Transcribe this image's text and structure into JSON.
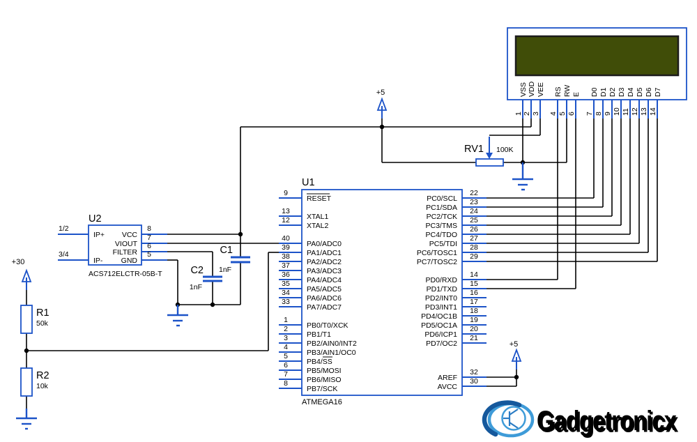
{
  "power": {
    "top5": "+5",
    "right5": "+5",
    "left30": "+30"
  },
  "lcd": {
    "pins": [
      {
        "num": "1",
        "name": "VSS"
      },
      {
        "num": "2",
        "name": "VDD"
      },
      {
        "num": "3",
        "name": "VEE"
      },
      {
        "num": "4",
        "name": "RS"
      },
      {
        "num": "5",
        "name": "RW"
      },
      {
        "num": "6",
        "name": "E"
      },
      {
        "num": "7",
        "name": "D0"
      },
      {
        "num": "8",
        "name": "D1"
      },
      {
        "num": "9",
        "name": "D2"
      },
      {
        "num": "10",
        "name": "D3"
      },
      {
        "num": "11",
        "name": "D4"
      },
      {
        "num": "12",
        "name": "D5"
      },
      {
        "num": "13",
        "name": "D6"
      },
      {
        "num": "14",
        "name": "D7"
      }
    ]
  },
  "rv1": {
    "ref": "RV1",
    "value": "100K"
  },
  "u1": {
    "ref": "U1",
    "part": "ATMEGA16",
    "left": [
      {
        "num": "9",
        "name": "RESET"
      },
      {
        "num": "13",
        "name": "XTAL1"
      },
      {
        "num": "12",
        "name": "XTAL2"
      },
      {
        "num": "40",
        "name": "PA0/ADC0"
      },
      {
        "num": "39",
        "name": "PA1/ADC1"
      },
      {
        "num": "38",
        "name": "PA2/ADC2"
      },
      {
        "num": "37",
        "name": "PA3/ADC3"
      },
      {
        "num": "36",
        "name": "PA4/ADC4"
      },
      {
        "num": "35",
        "name": "PA5/ADC5"
      },
      {
        "num": "34",
        "name": "PA6/ADC6"
      },
      {
        "num": "33",
        "name": "PA7/ADC7"
      },
      {
        "num": "1",
        "name": "PB0/T0/XCK"
      },
      {
        "num": "2",
        "name": "PB1/T1"
      },
      {
        "num": "3",
        "name": "PB2/AIN0/INT2"
      },
      {
        "num": "4",
        "name": "PB3/AIN1/OC0"
      },
      {
        "num": "5",
        "name": "PB4/SS"
      },
      {
        "num": "6",
        "name": "PB5/MOSI"
      },
      {
        "num": "7",
        "name": "PB6/MISO"
      },
      {
        "num": "8",
        "name": "PB7/SCK"
      }
    ],
    "right": [
      {
        "num": "22",
        "name": "PC0/SCL"
      },
      {
        "num": "23",
        "name": "PC1/SDA"
      },
      {
        "num": "24",
        "name": "PC2/TCK"
      },
      {
        "num": "25",
        "name": "PC3/TMS"
      },
      {
        "num": "26",
        "name": "PC4/TDO"
      },
      {
        "num": "27",
        "name": "PC5/TDI"
      },
      {
        "num": "28",
        "name": "PC6/TOSC1"
      },
      {
        "num": "29",
        "name": "PC7/TOSC2"
      },
      {
        "num": "14",
        "name": "PD0/RXD"
      },
      {
        "num": "15",
        "name": "PD1/TXD"
      },
      {
        "num": "16",
        "name": "PD2/INT0"
      },
      {
        "num": "17",
        "name": "PD3/INT1"
      },
      {
        "num": "18",
        "name": "PD4/OC1B"
      },
      {
        "num": "19",
        "name": "PD5/OC1A"
      },
      {
        "num": "20",
        "name": "PD6/ICP1"
      },
      {
        "num": "21",
        "name": "PD7/OC2"
      },
      {
        "num": "32",
        "name": "AREF"
      },
      {
        "num": "30",
        "name": "AVCC"
      }
    ]
  },
  "u2": {
    "ref": "U2",
    "part": "ACS712ELCTR-05B-T",
    "left": [
      {
        "num": "1/2",
        "name": "IP+"
      },
      {
        "num": "3/4",
        "name": "IP-"
      }
    ],
    "right": [
      {
        "num": "8",
        "name": "VCC"
      },
      {
        "num": "7",
        "name": "VIOUT"
      },
      {
        "num": "6",
        "name": "FILTER"
      },
      {
        "num": "5",
        "name": "GND"
      }
    ]
  },
  "r1": {
    "ref": "R1",
    "value": "50k"
  },
  "r2": {
    "ref": "R2",
    "value": "10k"
  },
  "c1": {
    "ref": "C1",
    "value": "1nF"
  },
  "c2": {
    "ref": "C2",
    "value": "1nF"
  },
  "logo": {
    "text": "Gadgetronicx"
  },
  "colors": {
    "component_blue": "#1c53c8",
    "wire_black": "#000000",
    "lcd_screen": "#404d08",
    "logo_blue": "#3f9ee0",
    "logo_dark": "#15589c"
  }
}
